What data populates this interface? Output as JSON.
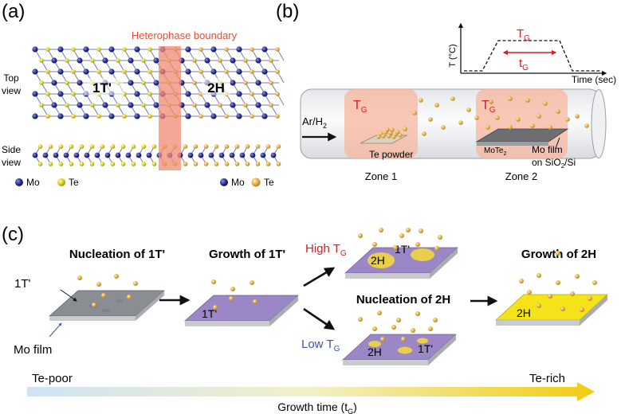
{
  "panel_a": {
    "label": "(a)",
    "boundary_label": "Heterophase boundary",
    "phase_left": "1T'",
    "phase_right": "2H",
    "row_top_1": "Top",
    "row_top_2": "view",
    "row_side_1": "Side",
    "row_side_2": "view",
    "legend_mo": "Mo",
    "legend_te": "Te"
  },
  "panel_b": {
    "label": "(b)",
    "y_axis": "T (°C)",
    "x_axis": "Time (sec)",
    "plateau_temp": "T",
    "plateau_temp_sub": "G",
    "duration": "t",
    "duration_sub": "G",
    "zone_temp": "T",
    "zone_temp_sub": "G",
    "gas": "Ar/H",
    "gas_sub": "2",
    "te_powder": "Te powder",
    "mote2": "MoTe",
    "mote2_sub": "2",
    "mo_film_1": "Mo film",
    "mo_film_2": "on SiO",
    "mo_film_2_sub": "2",
    "mo_film_2_tail": "/Si",
    "zone1": "Zone 1",
    "zone2": "Zone 2"
  },
  "panel_c": {
    "label": "(c)",
    "step1_title": "Nucleation of 1T'",
    "step2_title": "Growth of 1T'",
    "step3_title": "Nucleation of 2H",
    "step4_title": "Growth of 2H",
    "high_tg": "High T",
    "high_tg_sub": "G",
    "low_tg": "Low T",
    "low_tg_sub": "G",
    "label_1t_side": "1T'",
    "mo_film": "Mo film",
    "plate2_label": "1T'",
    "high_2h": "2H",
    "high_1t": "1T'",
    "low_2h": "2H",
    "low_1t": "1T'",
    "final_2h": "2H",
    "te_poor": "Te-poor",
    "te_rich": "Te-rich",
    "growth_time": "Growth time (t",
    "growth_time_sub": "G",
    "growth_time_tail": ")"
  },
  "colors": {
    "mo": "#2b2f8f",
    "te": "#d9d21f",
    "te_ball": "#e3b24a",
    "boundary": "#f08a70",
    "zone": "#f7b9a2",
    "red_text": "#d42020",
    "blue_text": "#3a56a6",
    "purple": "#9b86c6",
    "gray_plate": "#8a8e93",
    "yellow_plate": "#f4e21a",
    "patch": "#e9cf4c"
  }
}
